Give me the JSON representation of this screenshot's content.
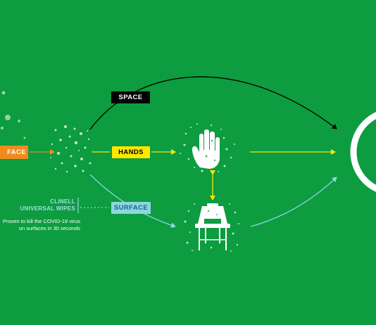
{
  "labels": {
    "space": "SPACE",
    "hands": "HANDS",
    "surface": "SURFACE",
    "face": "FACE"
  },
  "product": {
    "line1": "CLINELL",
    "line2": "UNIVERSAL WIPES"
  },
  "claim": {
    "line1": "Proven to kill the COVID-19 virus",
    "line2": "on surfaces in 30 seconds"
  },
  "colors": {
    "background": "#0d9c3f",
    "space": "#000000",
    "hands": "#ffe600",
    "surface": "#8fd5e0",
    "face": "#f08a1c",
    "white": "#ffffff"
  },
  "icons": [
    "hand-icon",
    "chair-icon",
    "virus-particles-icon",
    "target-circle-icon"
  ]
}
